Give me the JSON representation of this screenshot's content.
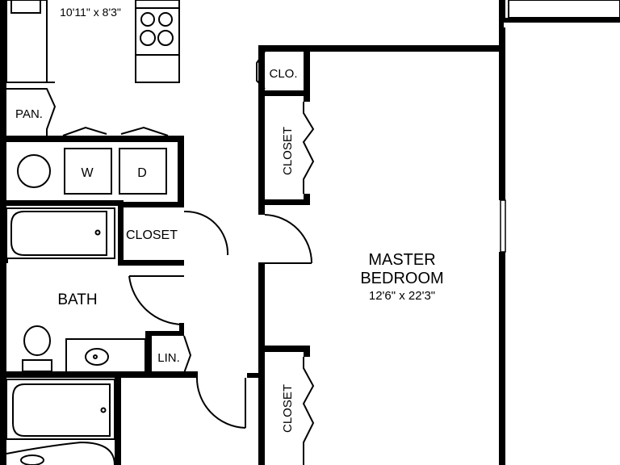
{
  "rooms": {
    "kitchen": {
      "dims": "10'11\" x 8'3\""
    },
    "pantry": {
      "label": "PAN."
    },
    "washer": {
      "label": "W"
    },
    "dryer": {
      "label": "D"
    },
    "hall_closet": {
      "label": "CLOSET"
    },
    "bath": {
      "label": "BATH"
    },
    "linen": {
      "label": "LIN."
    },
    "closet_small": {
      "label": "CLO."
    },
    "master_closet_upper": {
      "label": "CLOSET"
    },
    "master_closet_lower": {
      "label": "CLOSET"
    },
    "master_bedroom": {
      "name_line1": "MASTER",
      "name_line2": "BEDROOM",
      "dims": "12'6\" x 22'3\""
    }
  }
}
